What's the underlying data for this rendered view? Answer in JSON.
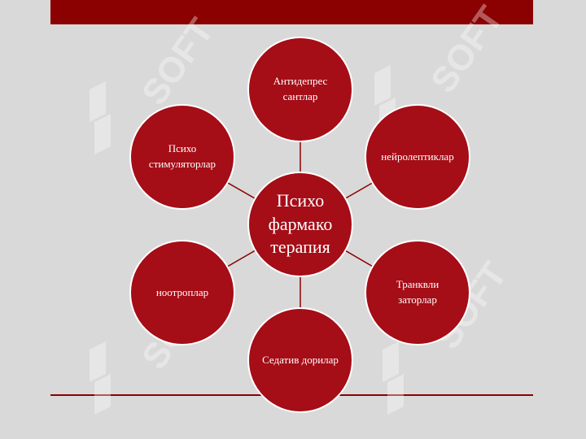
{
  "watermark": {
    "text": "SOFT"
  },
  "colors": {
    "band": "#8b0000",
    "node_fill": "#a50d17",
    "node_border": "#ffffff",
    "connector": "#8b0000",
    "background": "#d9d9d9"
  },
  "center": {
    "label": "Психо фармако терапия"
  },
  "nodes": {
    "antidepressants": "Антидепрес сантлар",
    "neuroleptics": "нейролептиклар",
    "tranquilizers": "Транквли заторлар",
    "sedatives": "Седатив дорилар",
    "nootropics": "ноотроплар",
    "psychostimulants": "Психо стимуляторлар"
  }
}
